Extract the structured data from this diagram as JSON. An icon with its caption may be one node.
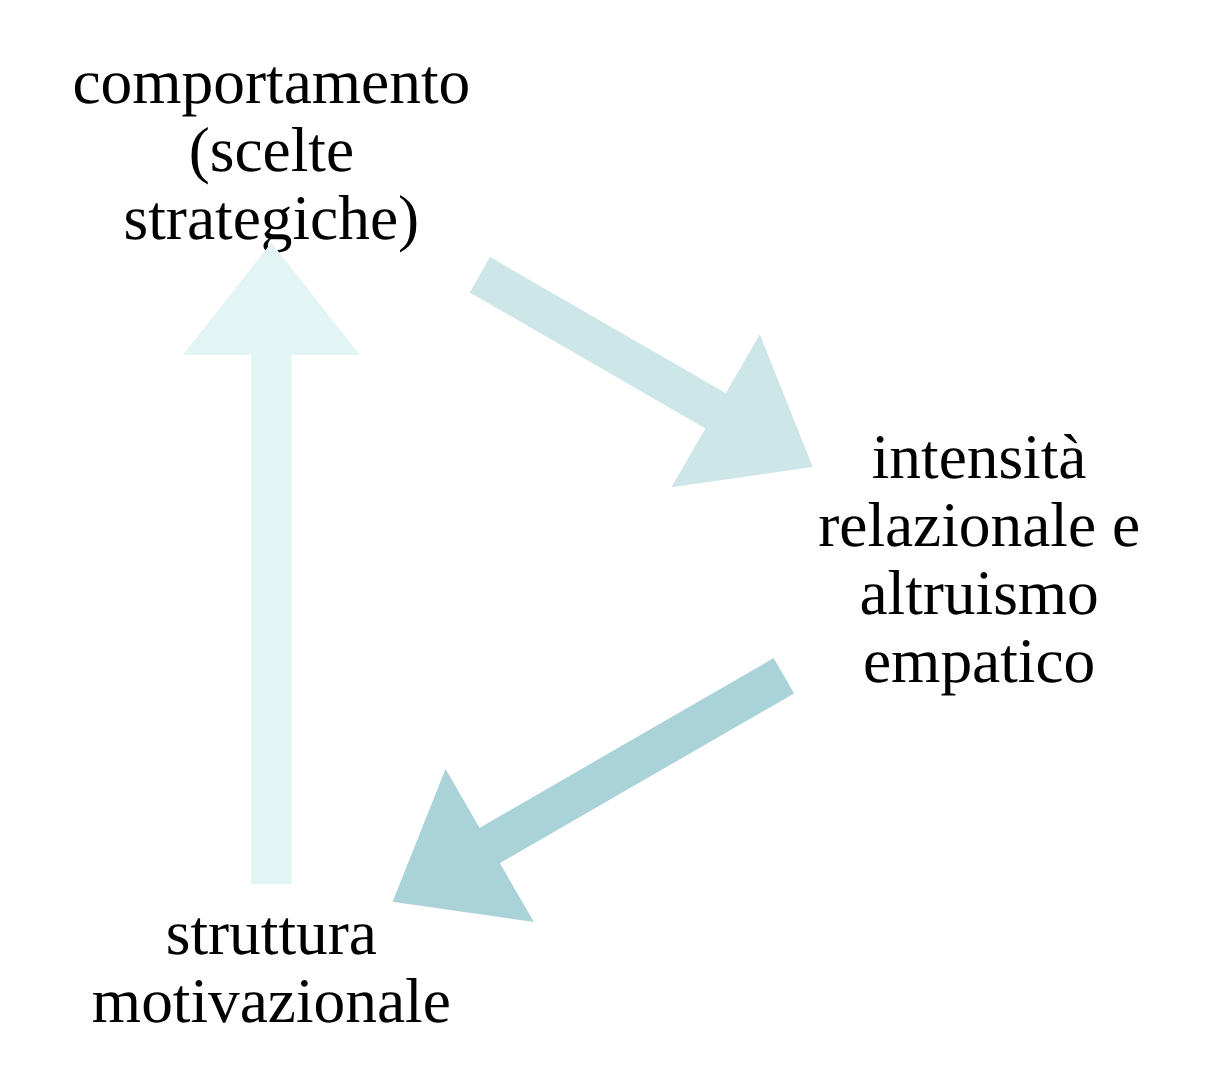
{
  "diagram": {
    "nodes": [
      {
        "text": [
          "struttura motivazionale"
        ]
      },
      {
        "text": [
          "comportamento (scelte strategiche)"
        ]
      },
      {
        "text": [
          "intensità relazionale e altruismo empatico"
        ]
      }
    ],
    "edges": [
      {
        "from": 0,
        "to": 1,
        "arrow": "to",
        "color": "#e2f4f4"
      },
      {
        "from": 1,
        "to": 2,
        "arrow": "to",
        "color": "#cde6e8"
      },
      {
        "from": 2,
        "to": 0,
        "arrow": "to",
        "color": "#a9d3d8"
      }
    ]
  }
}
